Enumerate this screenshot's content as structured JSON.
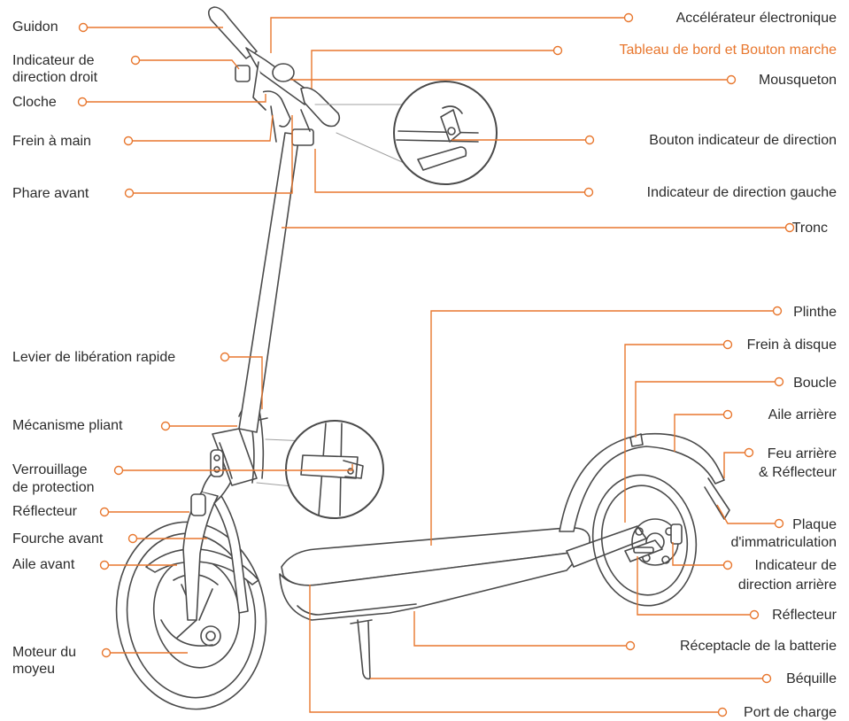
{
  "colors": {
    "accent": "#e8772e",
    "line": "#e8772e",
    "drawing": "#4a4a4a",
    "text": "#2b2b2b"
  },
  "labels": {
    "guidon": "Guidon",
    "indicateur_droit_1": "Indicateur de",
    "indicateur_droit_2": "direction droit",
    "cloche": "Cloche",
    "frein_main": "Frein à main",
    "phare": "Phare avant",
    "levier": "Levier de libération rapide",
    "mecanisme": "Mécanisme pliant",
    "verrouillage_1": "Verrouillage",
    "verrouillage_2": "de protection",
    "reflecteur_avant": "Réflecteur",
    "fourche": "Fourche avant",
    "aile_avant": "Aile avant",
    "moteur_1": "Moteur du",
    "moteur_2": "moyeu",
    "accelerateur": "Accélérateur électronique",
    "tableau": "Tableau de bord et Bouton marche",
    "mousqueton": "Mousqueton",
    "bouton_indicateur": "Bouton indicateur de direction",
    "indicateur_gauche": "Indicateur de direction gauche",
    "tronc": "Tronc",
    "plinthe": "Plinthe",
    "frein_disque": "Frein à disque",
    "boucle": "Boucle",
    "aile_arriere": "Aile arrière",
    "feu_1": "Feu arrière",
    "feu_2": "& Réflecteur",
    "plaque_1": "Plaque",
    "plaque_2": "d'immatriculation",
    "indic_arriere_1": "Indicateur de",
    "indic_arriere_2": "direction arrière",
    "reflecteur_arriere": "Réflecteur",
    "batterie": "Réceptacle de la batterie",
    "bequille": "Béquille",
    "port": "Port de charge"
  }
}
